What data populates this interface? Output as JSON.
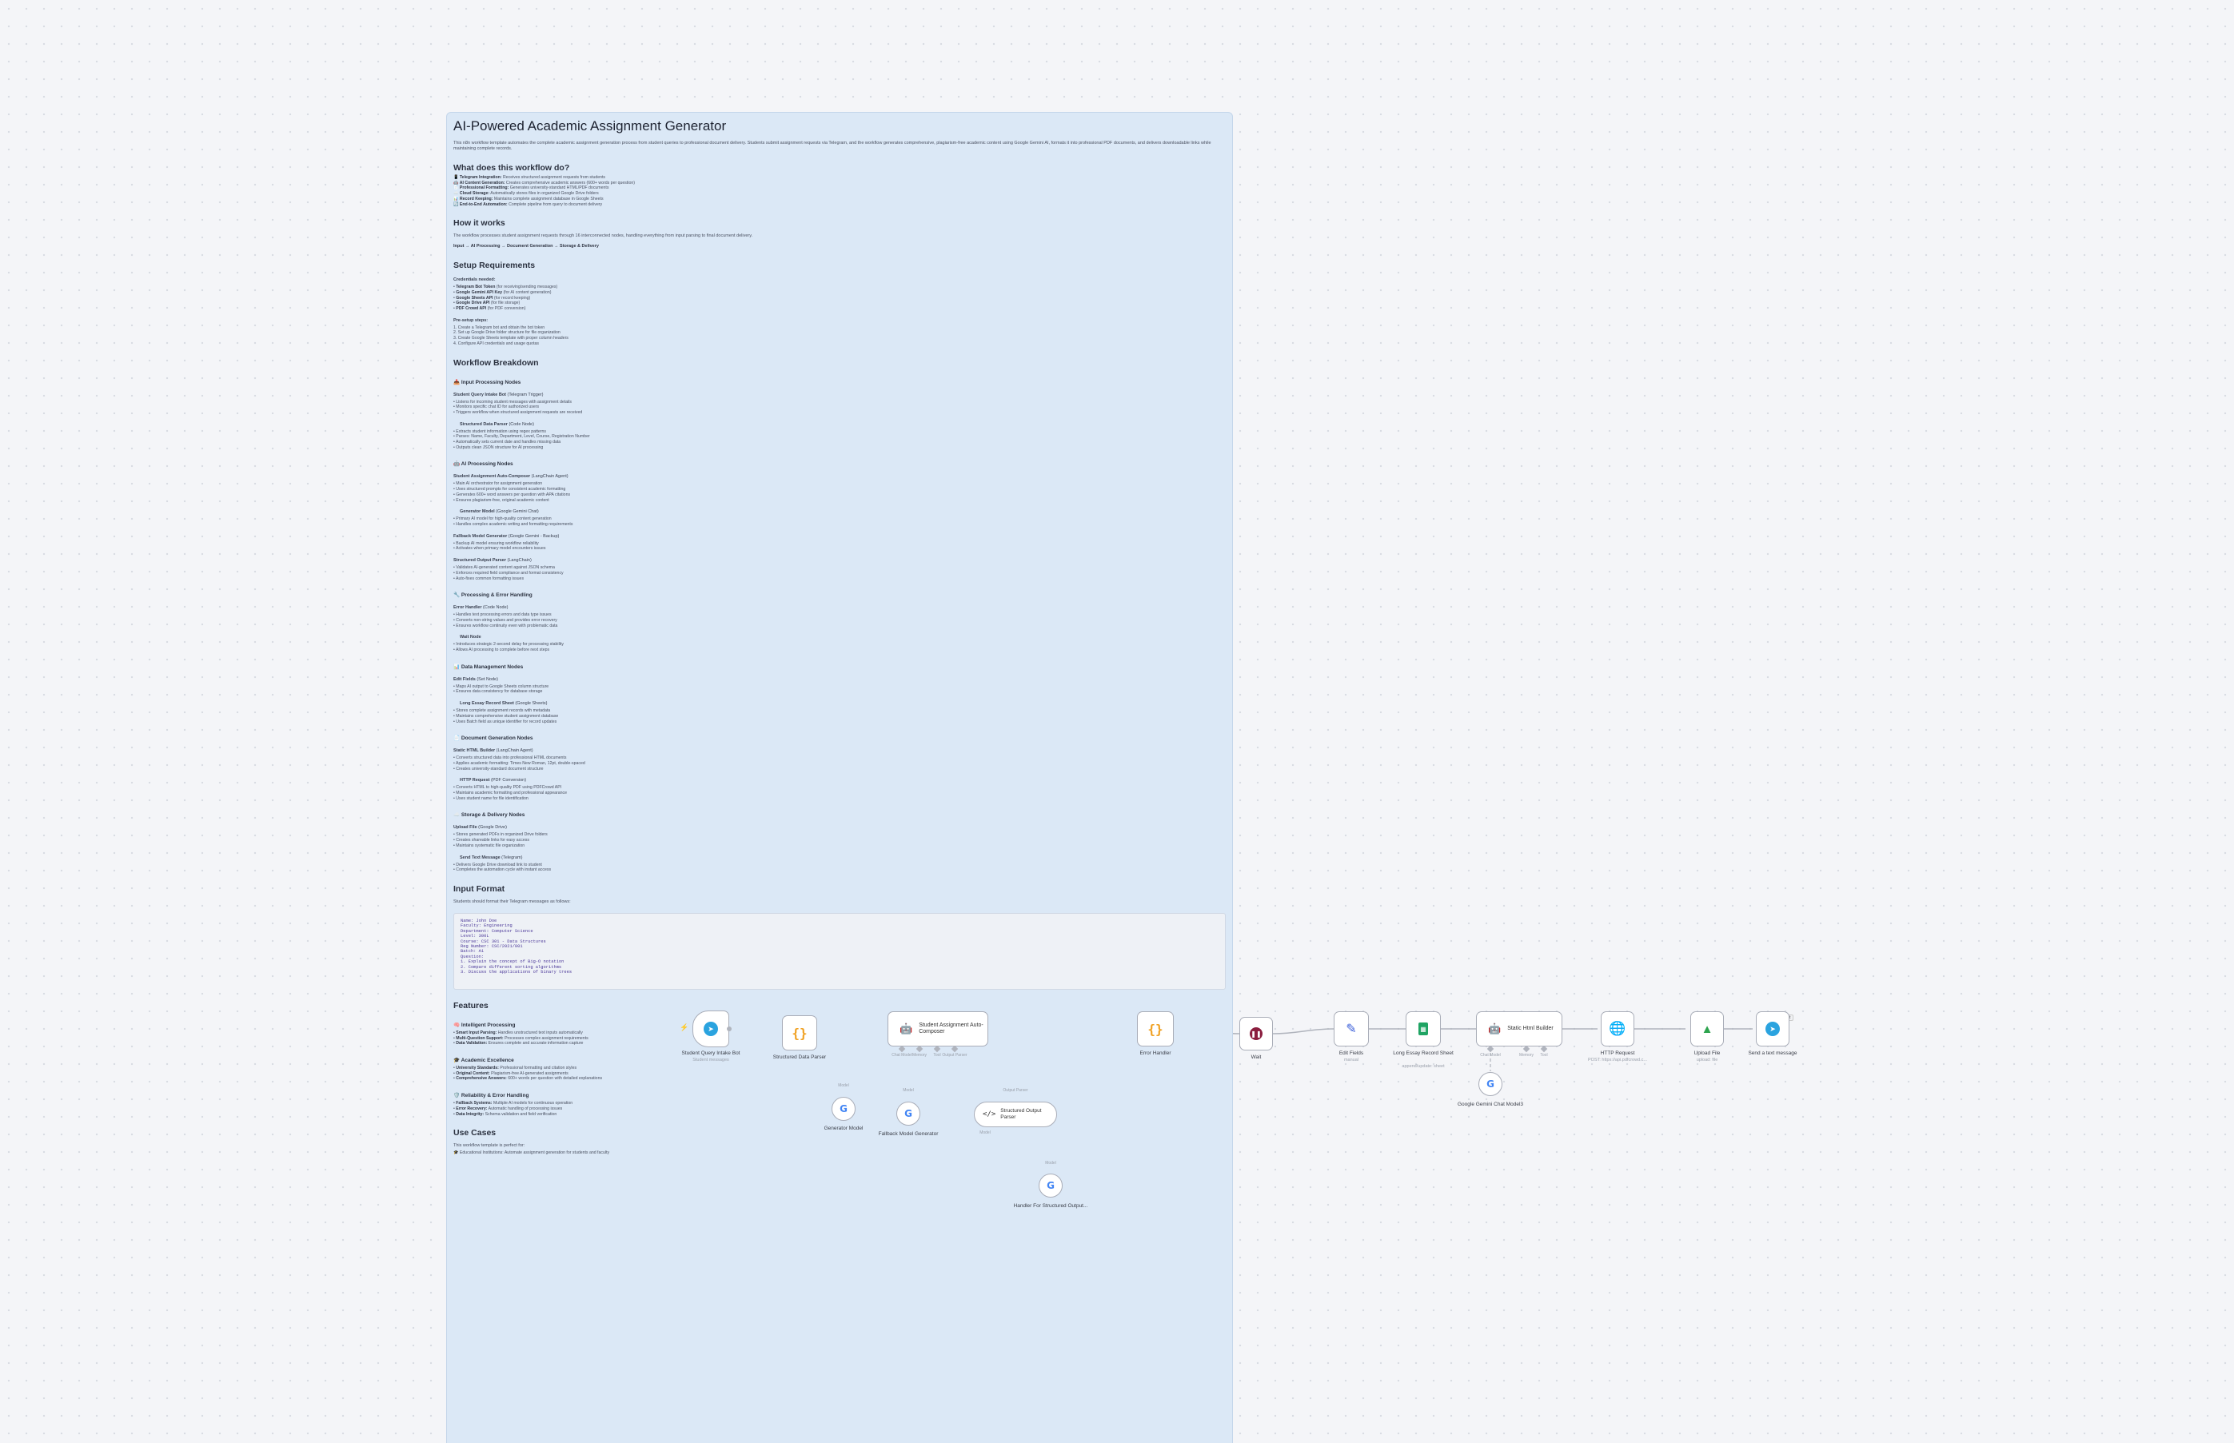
{
  "sticky": {
    "title": "AI-Powered Academic Assignment Generator",
    "intro": "This n8n workflow template automates the complete academic assignment generation process from student queries to professional document delivery. Students submit assignment requests via Telegram, and the workflow generates comprehensive, plagiarism-free academic content using Google Gemini AI, formats it into professional PDF documents, and delivers downloadable links while maintaining complete records.",
    "what_heading": "What does this workflow do?",
    "what_items": [
      {
        "bold": "📱 Telegram Integration:",
        "text": " Receives structured assignment requests from students"
      },
      {
        "bold": "🤖 AI Content Generation:",
        "text": " Creates comprehensive academic answers (600+ words per question)"
      },
      {
        "bold": "📄 Professional Formatting:",
        "text": " Generates university-standard HTML/PDF documents"
      },
      {
        "bold": "☁️ Cloud Storage:",
        "text": " Automatically stores files in organized Google Drive folders"
      },
      {
        "bold": "📊 Record Keeping:",
        "text": " Maintains complete assignment database in Google Sheets"
      },
      {
        "bold": "🔄 End-to-End Automation:",
        "text": " Complete pipeline from query to document delivery"
      }
    ],
    "how_heading": "How it works",
    "how_text": "The workflow processes student assignment requests through 16 interconnected nodes, handling everything from input parsing to final document delivery.",
    "how_flow": "Input → AI Processing → Document Generation → Storage & Delivery",
    "setup_heading": "Setup Requirements",
    "creds_title": "Credentials needed:",
    "creds": [
      {
        "bold": "Telegram Bot Token",
        "text": " (for receiving/sending messages)"
      },
      {
        "bold": "Google Gemini API Key",
        "text": " (for AI content generation)"
      },
      {
        "bold": "Google Sheets API",
        "text": " (for record keeping)"
      },
      {
        "bold": "Google Drive API",
        "text": " (for file storage)"
      },
      {
        "bold": "PDF Crowd API",
        "text": " (for PDF conversion)"
      }
    ],
    "presetup_title": "Pre-setup steps:",
    "presetup": [
      "1. Create a Telegram bot and obtain the bot token",
      "2. Set up Google Drive folder structure for file organization",
      "3. Create Google Sheets template with proper column headers",
      "4. Configure API credentials and usage quotas"
    ],
    "breakdown_heading": "Workflow Breakdown",
    "sec_input": "📥 Input Processing Nodes",
    "n1_title": "Student Query Intake Bot",
    "n1_type": " (Telegram Trigger)",
    "n1_items": [
      "Listens for incoming student messages with assignment details",
      "Monitors specific chat ID for authorized users",
      "Triggers workflow when structured assignment requests are received"
    ],
    "n2_title": "Structured Data Parser",
    "n2_type": " (Code Node)",
    "n2_items": [
      "Extracts student information using regex patterns",
      "Parses: Name, Faculty, Department, Level, Course, Registration Number",
      "Automatically sets current date and handles missing data",
      "Outputs clean JSON structure for AI processing"
    ],
    "sec_ai": "🤖 AI Processing Nodes",
    "n3_title": "Student Assignment Auto-Composer",
    "n3_type": " (LangChain Agent)",
    "n3_items": [
      "Main AI orchestrator for assignment generation",
      "Uses structured prompts for consistent academic formatting",
      "Generates 600+ word answers per question with APA citations",
      "Ensures plagiarism-free, original academic content"
    ],
    "n4_title": "Generator Model",
    "n4_type": " (Google Gemini Chat)",
    "n4_items": [
      "Primary AI model for high-quality content generation",
      "Handles complex academic writing and formatting requirements"
    ],
    "n5_title": "Fallback Model Generator",
    "n5_type": " (Google Gemini - Backup)",
    "n5_items": [
      "Backup AI model ensuring workflow reliability",
      "Activates when primary model encounters issues"
    ],
    "n6_title": "Structured Output Parser",
    "n6_type": " (LangChain)",
    "n6_items": [
      "Validates AI-generated content against JSON schema",
      "Enforces required field compliance and format consistency",
      "Auto-fixes common formatting issues"
    ],
    "sec_proc": "🔧 Processing & Error Handling",
    "n7_title": "Error Handler",
    "n7_type": " (Code Node)",
    "n7_items": [
      "Handles text processing errors and data type issues",
      "Converts non-string values and provides error recovery",
      "Ensures workflow continuity even with problematic data"
    ],
    "n8_title": "Wait Node",
    "n8_type": "",
    "n8_items": [
      "Introduces strategic 2-second delay for processing stability",
      "Allows AI processing to complete before next steps"
    ],
    "sec_data": "📊 Data Management Nodes",
    "n9_title": "Edit Fields",
    "n9_type": " (Set Node)",
    "n9_items": [
      "Maps AI output to Google Sheets column structure",
      "Ensures data consistency for database storage"
    ],
    "n10_title": "Long Essay Record Sheet",
    "n10_type": " (Google Sheets)",
    "n10_items": [
      "Stores complete assignment records with metadata",
      "Maintains comprehensive student assignment database",
      "Uses Batch field as unique identifier for record updates"
    ],
    "sec_doc": "📄 Document Generation Nodes",
    "n11_title": "Static HTML Builder",
    "n11_type": " (LangChain Agent)",
    "n11_items": [
      "Converts structured data into professional HTML documents",
      "Applies academic formatting: Times New Roman, 12pt, double-spaced",
      "Creates university-standard document structure"
    ],
    "n12_title": "HTTP Request",
    "n12_type": " (PDF Conversion)",
    "n12_items": [
      "Converts HTML to high-quality PDF using PDFCrowd API",
      "Maintains academic formatting and professional appearance",
      "Uses student name for file identification"
    ],
    "sec_store": "☁️ Storage & Delivery Nodes",
    "n13_title": "Upload File",
    "n13_type": " (Google Drive)",
    "n13_items": [
      "Stores generated PDFs in organized Drive folders",
      "Creates shareable links for easy access",
      "Maintains systematic file organization"
    ],
    "n14_title": "Send Text Message",
    "n14_type": " (Telegram)",
    "n14_items": [
      "Delivers Google Drive download link to student",
      "Completes the automation cycle with instant access"
    ],
    "input_heading": "Input Format",
    "input_text": "Students should format their Telegram messages as follows:",
    "code_lines": "Name: John Doe\nFaculty: Engineering\nDepartment: Computer Science\nLevel: 300L\nCourse: CSC 301 - Data Structures\nReg Number: CSC/2021/001\nBatch: A1\nQuestion:\n1. Explain the concept of Big-O notation\n2. Compare different sorting algorithms\n3. Discuss the applications of binary trees",
    "features_heading": "Features",
    "f_sec1": "🧠 Intelligent Processing",
    "f_items1": [
      {
        "bold": "Smart Input Parsing:",
        "text": " Handles unstructured text inputs automatically"
      },
      {
        "bold": "Multi-Question Support:",
        "text": " Processes complex assignment requirements"
      },
      {
        "bold": "Data Validation:",
        "text": " Ensures complete and accurate information capture"
      }
    ],
    "f_sec2": "🎓 Academic Excellence",
    "f_items2": [
      {
        "bold": "University Standards:",
        "text": " Professional formatting and citation styles"
      },
      {
        "bold": "Original Content:",
        "text": " Plagiarism-free AI-generated assignments"
      },
      {
        "bold": "Comprehensive Answers:",
        "text": " 600+ words per question with detailed explanations"
      }
    ],
    "f_sec3": "🛡️ Reliability & Error Handling",
    "f_items3": [
      {
        "bold": "Fallback Systems:",
        "text": " Multiple AI models for continuous operation"
      },
      {
        "bold": "Error Recovery:",
        "text": " Automatic handling of processing issues"
      },
      {
        "bold": "Data Integrity:",
        "text": " Schema validation and field verification"
      }
    ],
    "usecases_heading": "Use Cases",
    "usecases_text": "This workflow template is perfect for:",
    "usecases_item": "🎓 Educational Institutions: Automate assignment generation for students and faculty"
  },
  "nodes": {
    "telegram_trigger": {
      "label": "Student Query Intake Bot",
      "sub": "Student messages"
    },
    "parser": {
      "label": "Structured Data Parser"
    },
    "composer": {
      "title": "Student Assignment Auto-Composer",
      "ports": [
        "Chat Model",
        "Memory",
        "Tool",
        "Output Parser"
      ]
    },
    "generator_model": {
      "label": "Generator Model",
      "port": "Model"
    },
    "fallback_model": {
      "label": "Fallback Model Generator",
      "port": "Model"
    },
    "output_parser": {
      "title": "Structured Output Parser",
      "port": "Output Parser",
      "model_port": "Model"
    },
    "handler_model": {
      "label": "Handler For Structured Output...",
      "port": "Model"
    },
    "error_handler": {
      "label": "Error Handler"
    },
    "wait": {
      "label": "Wait"
    },
    "edit_fields": {
      "label": "Edit Fields",
      "sub": "manual"
    },
    "sheet": {
      "label": "Long Essay Record Sheet",
      "sub": "append/update: sheet"
    },
    "html_builder": {
      "title": "Static Html Builder",
      "ports": [
        "Chat Model",
        "Memory",
        "Tool"
      ]
    },
    "gemini_chat": {
      "label": "Google Gemini Chat Model3"
    },
    "http": {
      "label": "HTTP Request",
      "sub": "POST: https://api.pdfcrowd.c..."
    },
    "upload": {
      "label": "Upload File",
      "sub": "upload: file"
    },
    "send_text": {
      "label": "Send a text message",
      "badge": "Chat"
    }
  },
  "colors": {
    "sticky_bg": "#dbe8f6",
    "canvas_bg": "#f4f5f8",
    "edge": "#b0b4bd",
    "telegram": "#2aa3df",
    "code": "#f0a020",
    "wait": "#8b1e3f",
    "sheets": "#1fa463",
    "drive": "#2da44e"
  },
  "icons": {
    "telegram": "telegram-icon",
    "code": "code-braces-icon",
    "agent": "robot-icon",
    "wait": "pause-icon",
    "set": "pencil-icon",
    "sheets": "google-sheets-icon",
    "http": "globe-icon",
    "drive": "google-drive-icon",
    "gemini": "google-icon"
  }
}
